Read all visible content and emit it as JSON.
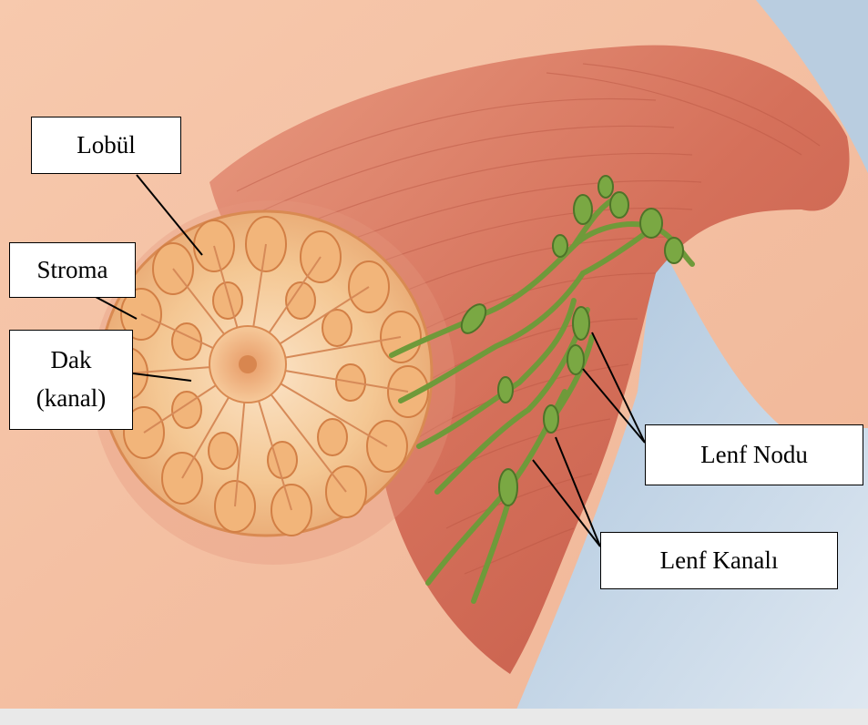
{
  "labels": {
    "lobul": "Lobül",
    "stroma": "Stroma",
    "dak_line1": "Dak",
    "dak_line2": "(kanal)",
    "lenf_nodu": "Lenf Nodu",
    "lenf_kanali": "Lenf Kanalı"
  },
  "colors": {
    "skin": "#f6c2a6",
    "muscle": "#d9735d",
    "gland": "#f1c089",
    "lymph": "#6f9a3a",
    "background_shadow": "#c9d8e6"
  }
}
